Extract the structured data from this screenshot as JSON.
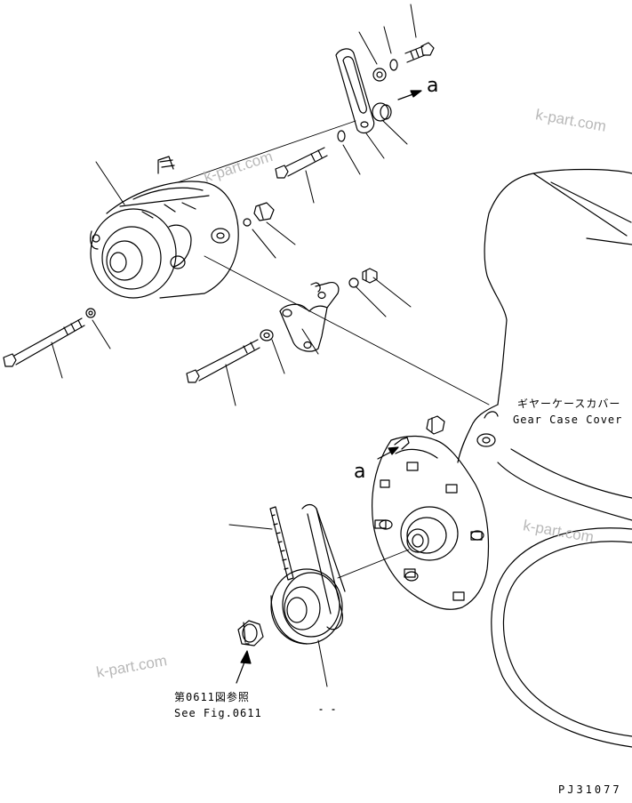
{
  "diagram": {
    "code": "PJ31077",
    "arrow_letter_top": "a",
    "arrow_letter_bottom": "a",
    "gear_case_cover_jp": "ギヤーケースカバー",
    "gear_case_cover_en": "Gear Case Cover",
    "see_fig_jp": "第0611図参照",
    "see_fig_en": "See Fig.0611",
    "watermark": "k-part.com"
  },
  "colors": {
    "line": "#000000",
    "watermark": "#b8b8b8",
    "background": "#ffffff"
  }
}
